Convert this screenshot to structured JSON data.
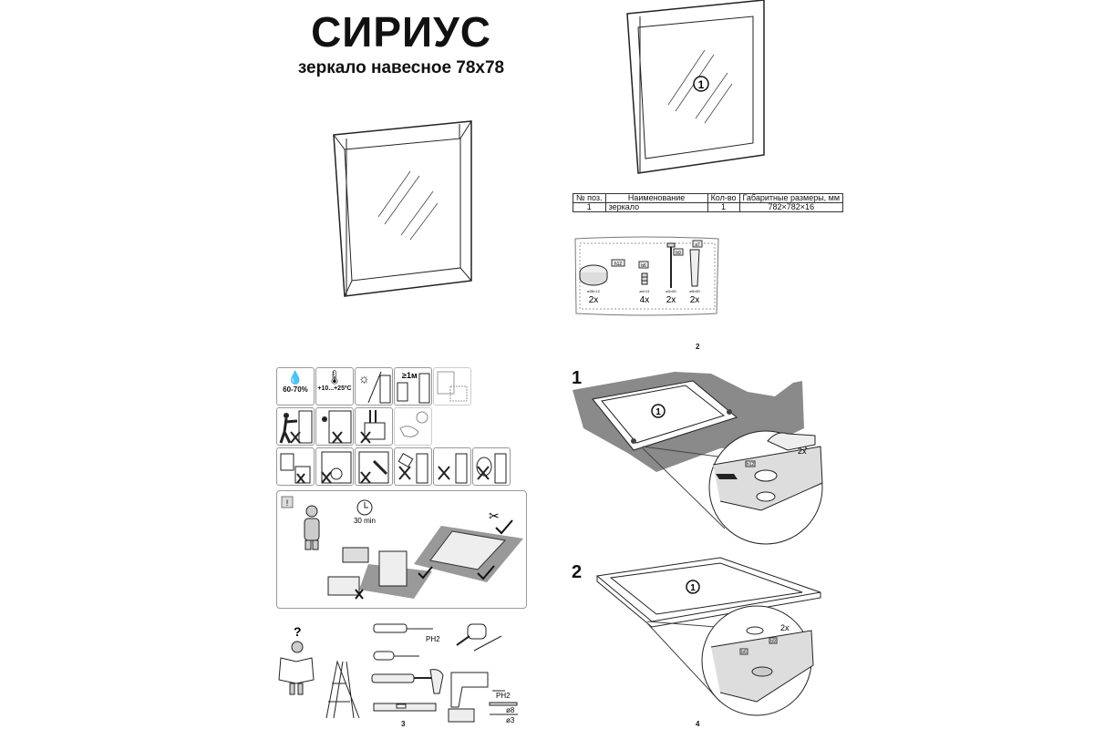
{
  "title": "СИРИУС",
  "subtitle": "зеркало навесное 78х78",
  "parts_table": {
    "headers": [
      "№ поз.",
      "Наименование",
      "Кол-во",
      "Габаритные размеры, мм"
    ],
    "rows": [
      [
        "1",
        "зеркало",
        "1",
        "782×782×16"
      ]
    ]
  },
  "part_marker": "1",
  "hardware": [
    {
      "code": "h12",
      "size": "ø36×12",
      "qty": "2x"
    },
    {
      "code": "b6",
      "size": "ø4×11",
      "qty": "4x"
    },
    {
      "code": "b9",
      "size": "ø3×60",
      "qty": "2x"
    },
    {
      "code": "a7",
      "size": "ø5×60",
      "qty": "2x"
    }
  ],
  "icons": {
    "humidity": "60-70%",
    "temperature": "+10...+25ºC",
    "distance": "≥1м",
    "time": "30 min"
  },
  "tools": {
    "screwdriver": "PH2",
    "drill_bit_ph": "PH2",
    "drill_bit_8": "ø8",
    "drill_bit_3": "ø3"
  },
  "steps": [
    {
      "number": "1",
      "count": "2x",
      "part_code": "h12"
    },
    {
      "number": "2",
      "count": "2x",
      "part_code_a": "b6",
      "part_code_b": "b9"
    }
  ],
  "page_numbers": [
    "2",
    "3",
    "4"
  ]
}
